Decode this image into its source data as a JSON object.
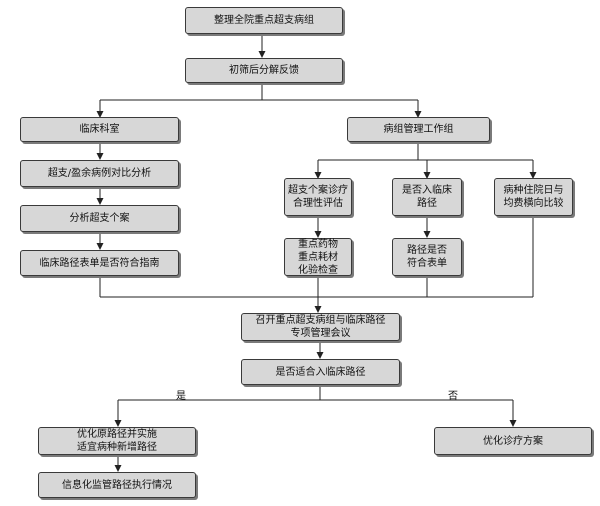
{
  "nodes": {
    "n1": {
      "lines": [
        "整理全院重点超支病组"
      ]
    },
    "n2": {
      "lines": [
        "初筛后分解反馈"
      ]
    },
    "n3": {
      "lines": [
        "临床科室"
      ]
    },
    "n4": {
      "lines": [
        "病组管理工作组"
      ]
    },
    "n5": {
      "lines": [
        "超支/盈余病例对比分析"
      ]
    },
    "n6": {
      "lines": [
        "分析超支个案"
      ]
    },
    "n7": {
      "lines": [
        "临床路径表单是否符合指南"
      ]
    },
    "n8": {
      "lines": [
        "超支个案诊疗",
        "合理性评估"
      ]
    },
    "n9": {
      "lines": [
        "是否入临床",
        "路径"
      ]
    },
    "n10": {
      "lines": [
        "病种住院日与",
        "均费横向比较"
      ]
    },
    "n11": {
      "lines": [
        "重点药物",
        "重点耗材",
        "化验检查"
      ]
    },
    "n12": {
      "lines": [
        "路径是否",
        "符合表单"
      ]
    },
    "n13": {
      "lines": [
        "召开重点超支病组与临床路径",
        "专项管理会议"
      ]
    },
    "n14": {
      "lines": [
        "是否适合入临床路径"
      ]
    },
    "n15": {
      "lines": [
        "优化原路径并实施",
        "适宜病种新增路径"
      ]
    },
    "n16": {
      "lines": [
        "优化诊疗方案"
      ]
    },
    "n17": {
      "lines": [
        "信息化监管路径执行情况"
      ]
    }
  },
  "branch_labels": {
    "yes": "是",
    "no": "否"
  }
}
